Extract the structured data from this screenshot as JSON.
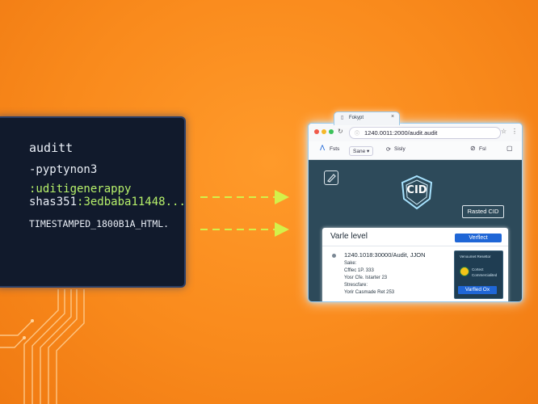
{
  "terminal": {
    "line1": "auditt",
    "line2": "-pyptynon3",
    "line3": ":uditigenerappy",
    "line4_prefix": "shas351",
    "line4_hash": ":3edbaba11448...",
    "line5": "TIMESTAMPED_1800B1A_HTML."
  },
  "browser": {
    "tab_title": "Fokypt",
    "tab_close": "×",
    "url": "1240.0011:2000/audit.audit",
    "toolbar": {
      "item1": "Fsts",
      "item2": "Sane ▾",
      "item3": "Sisly",
      "item4": "Fsl"
    },
    "badge_text": "CID",
    "verified_button": "Rasted CID",
    "card": {
      "title": "Varle level",
      "button": "Verflect",
      "url": "1240.1018:30000/Audit, JJON",
      "lines": [
        "Sake:",
        "Cfflec 1P. 333",
        "Yosr Cfe. Istarter 23",
        "Strescfare:",
        "Yorir Casmade Ret 253"
      ],
      "cert_top": "Venoumet Resettor",
      "cert_line1": "Cortect",
      "cert_line2": "Commercialited",
      "cert_button": "Varfled Ox"
    }
  },
  "colors": {
    "background": "#f98a1c",
    "terminal_bg": "#111a2c",
    "hash_green": "#b6f06a",
    "arrow": "#d4f04a",
    "content_bg": "#2d4a5a",
    "button_blue": "#1f66d6"
  }
}
